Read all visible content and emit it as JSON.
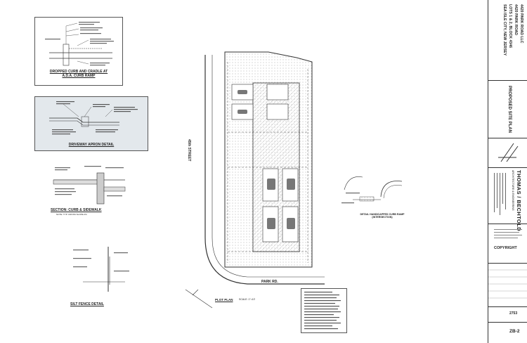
{
  "title_block": {
    "owner_lines": [
      "4420 PARK ROAD LLC",
      "4420 PARK ROAD",
      "LOTS 1 & 2, BLOCK 4346",
      "SEA ISLE CITY, NEW JERSEY"
    ],
    "sheet_title": "PROPOSED SITE PLAN",
    "firm_name": "THOMAS / BECHTOLD",
    "firm_subtitle": "ARCHITECTURE & ENGINEERING",
    "copyright": "COPYRIGHT",
    "job_number": "2753",
    "sheet_number": "ZB-2"
  },
  "details": {
    "dropped_curb": "DROPPED CURB AND CRADLE AT A.D.A. CURB RAMP",
    "driveway_apron": "DRIVEWAY APRON DETAIL",
    "section_curb": "SECTION: CURB & SIDEWALK",
    "section_note": "NOTE: TYP. CROSS SLOPE 2%",
    "silt_fence": "SILT FENCE DETAIL",
    "ada_ramp": "DETAIL HANDICAPPED CURB RAMP (INTERSECTION)"
  },
  "plan": {
    "street_label": "45th STREET",
    "road_label": "PARK RD.",
    "plot_plan": "PLOT PLAN",
    "scale": "SCALE: 1\"=10'"
  },
  "colors": {
    "detail_bg": "#e3e8ec",
    "line": "#333333",
    "stipple": "#999999"
  }
}
